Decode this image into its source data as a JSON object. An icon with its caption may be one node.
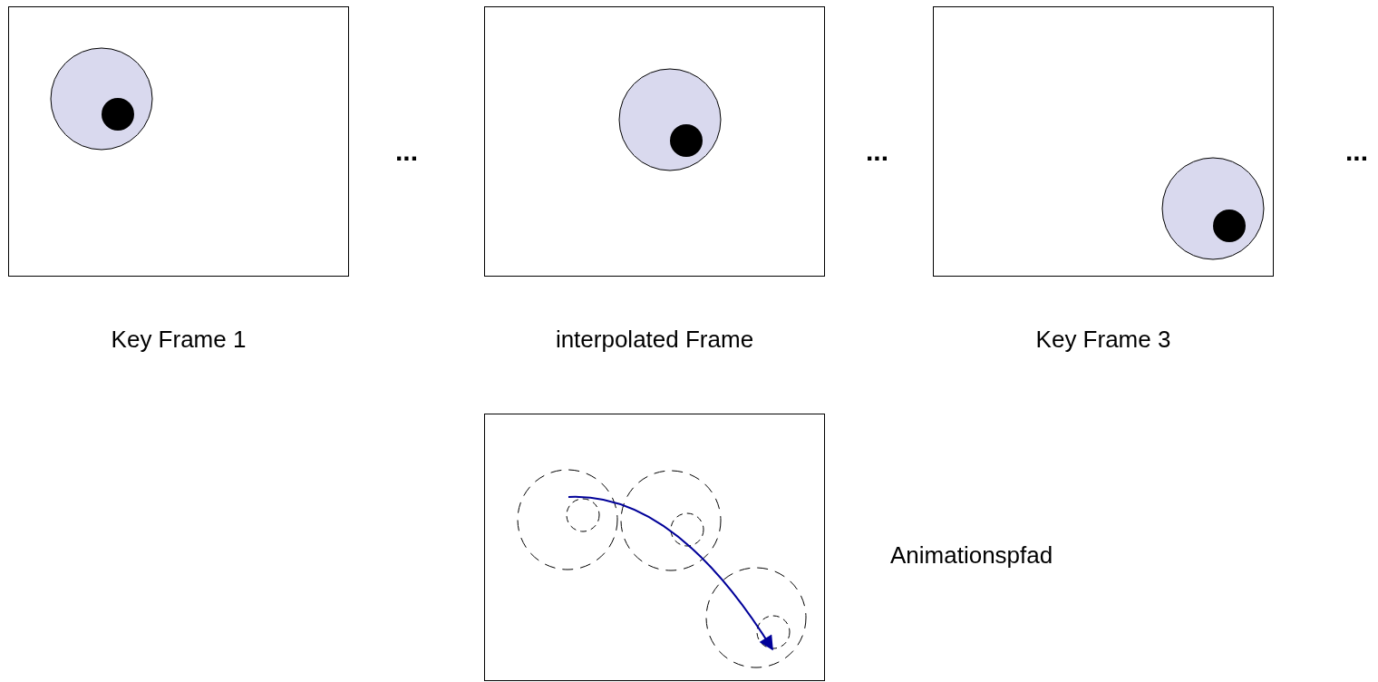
{
  "diagram": {
    "nodes": [
      {
        "text": [
          "Key Frame 1"
        ]
      },
      {
        "text": [
          "interpolated Frame"
        ]
      },
      {
        "text": [
          "Key Frame 3"
        ]
      },
      {
        "text": [],
        "shape": "box",
        "beside": [
          "Animationspfad"
        ]
      }
    ],
    "labels": [
      "...",
      "...",
      "..."
    ]
  }
}
